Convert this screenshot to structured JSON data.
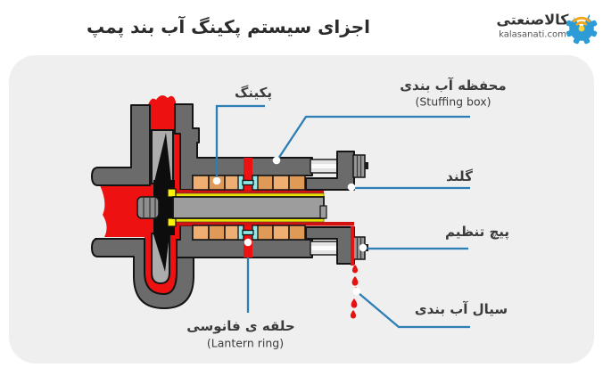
{
  "header": {
    "title": "اجزای سیستم پکینگ آب بند پمپ"
  },
  "logo": {
    "brand": "کالاصنعتی",
    "domain": "kalasanati.com"
  },
  "diagram": {
    "labels": {
      "packing": "پکینگ",
      "stuffing_box_fa": "محفظه آب بندی",
      "stuffing_box_en": "(Stuffing box)",
      "gland": "گلند",
      "adjusting_screw": "پیچ تنظیم",
      "sealing_fluid": "سیال آب بندی",
      "lantern_ring_fa": "حلقه ی فانوسی",
      "lantern_ring_en": "(Lantern ring)"
    },
    "colors": {
      "fluid_red": "#EE1111",
      "film_red": "#D31212",
      "packing_tan": "#EFAE72",
      "packing_tan_dark": "#E09A57",
      "lantern_cyan": "#8FE9E9",
      "metal_gray": "#6B6B6B",
      "chamber_gray": "#ACACAC",
      "shaft_gray": "#9D9D9D",
      "sleeve_yellow": "#E8E100",
      "leader_blue": "#2D7EB5",
      "panel_bg": "#EFEFEF",
      "logo_blue": "#2C9BD6",
      "logo_orange": "#F2A71E"
    }
  }
}
